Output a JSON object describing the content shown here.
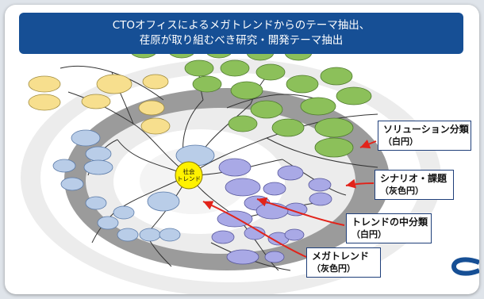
{
  "banner": {
    "line1": "CTOオフィスによるメガトレンドからのテーマ抽出、",
    "line2": "荏原が取り組むべき研究・開発テーマ抽出"
  },
  "center_node": {
    "line1": "社会",
    "line2": "トレンド"
  },
  "callouts": [
    {
      "title": "ソリューション分類",
      "sub": "（白円）"
    },
    {
      "title": "シナリオ・課題",
      "sub": "（灰色円）"
    },
    {
      "title": "トレンドの中分類",
      "sub": "（白円）"
    },
    {
      "title": "メガトレンド",
      "sub": "（灰色円）"
    }
  ],
  "colors": {
    "banner": "#164f95",
    "center_node": "#fff200",
    "yellow_nodes": "#f7df8e",
    "green_nodes": "#8cc05a",
    "blue_nodes": "#b9cde8",
    "purple_nodes": "#a9a9e6",
    "arrows": "#e2231a"
  }
}
